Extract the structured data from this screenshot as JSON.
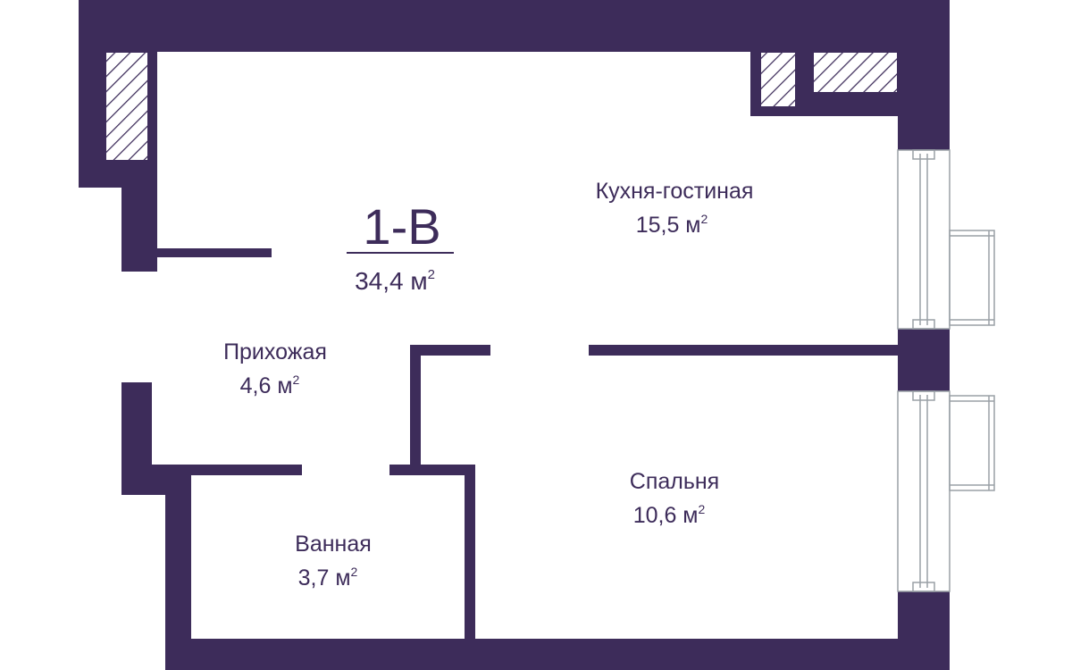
{
  "plan": {
    "code": "1-B",
    "total_area": "34,4 м",
    "sup": "2"
  },
  "rooms": {
    "kitchen": {
      "name": "Кухня-гостиная",
      "area": "15,5 м",
      "sup": "2"
    },
    "hallway": {
      "name": "Прихожая",
      "area": "4,6 м",
      "sup": "2"
    },
    "bathroom": {
      "name": "Ванная",
      "area": "3,7 м",
      "sup": "2"
    },
    "bedroom": {
      "name": "Спальня",
      "area": "10,6 м",
      "sup": "2"
    }
  },
  "colors": {
    "wall": "#3d2c5a",
    "background": "#ffffff",
    "window_frame": "#9aa0a6"
  }
}
